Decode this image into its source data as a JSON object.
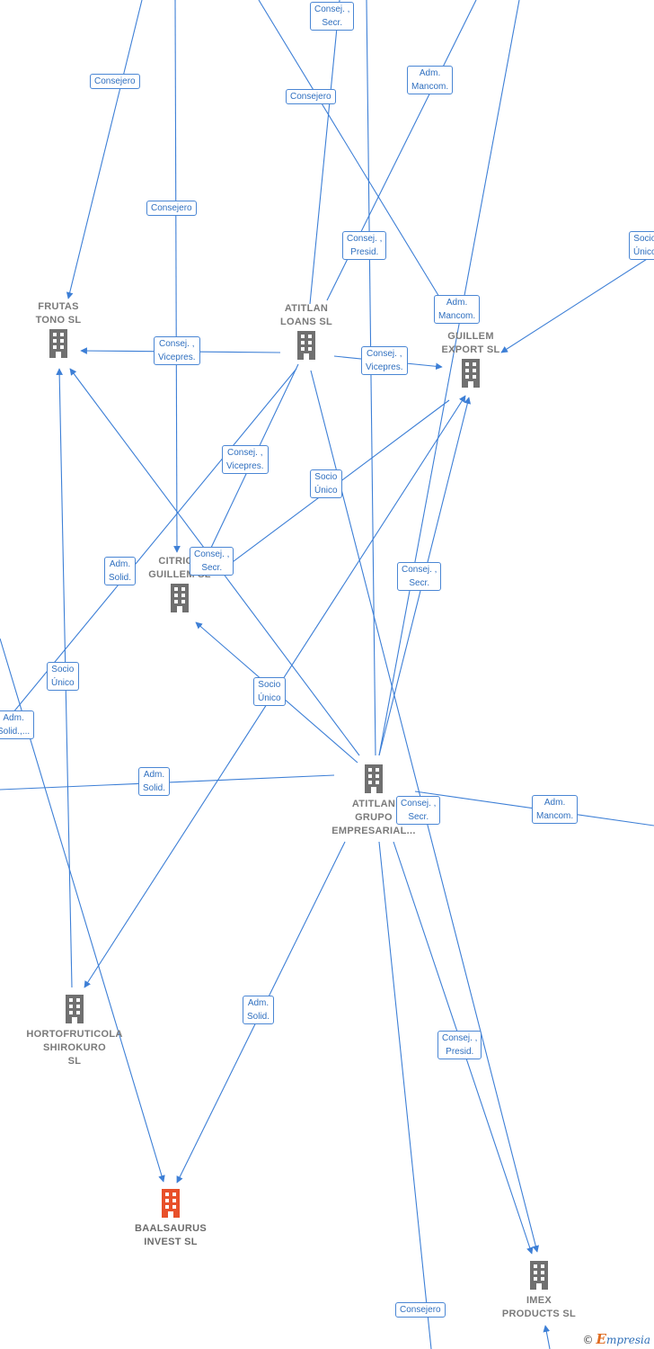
{
  "theme": {
    "edge": "#3d7fd6",
    "label_border": "#4a86d4",
    "label_text": "#2f6fbf",
    "node_gray": "#707070",
    "focus": "#e8502a"
  },
  "nodes": [
    {
      "id": "frutas",
      "name": [
        "FRUTAS",
        "TONO SL"
      ],
      "focus": false
    },
    {
      "id": "atitlan_loans",
      "name": [
        "ATITLAN",
        "LOANS SL"
      ],
      "focus": false
    },
    {
      "id": "guillem_export",
      "name": [
        "GUILLEM",
        "EXPORT SL"
      ],
      "focus": false
    },
    {
      "id": "citrico",
      "name": [
        "CITRICO",
        "GUILLEM SL"
      ],
      "focus": false
    },
    {
      "id": "atitlan_grupo",
      "name": [
        "ATITLAN",
        "GRUPO",
        "EMPRESARIAL..."
      ],
      "focus": false
    },
    {
      "id": "hortofruticola",
      "name": [
        "HORTOFRUTICOLA",
        "SHIROKURO",
        "SL"
      ],
      "focus": false
    },
    {
      "id": "baalsaurus",
      "name": [
        "BAALSAURUS",
        "INVEST SL"
      ],
      "focus": true
    },
    {
      "id": "imex",
      "name": [
        "IMEX",
        "PRODUCTS SL"
      ],
      "focus": false
    }
  ],
  "labels": [
    {
      "id": "l1",
      "lines": [
        "Consej. ,",
        "Secr."
      ]
    },
    {
      "id": "l2",
      "lines": [
        "Consejero"
      ]
    },
    {
      "id": "l3",
      "lines": [
        "Adm.",
        "Mancom."
      ]
    },
    {
      "id": "l4",
      "lines": [
        "Consejero"
      ]
    },
    {
      "id": "l5",
      "lines": [
        "Consejero"
      ]
    },
    {
      "id": "l6",
      "lines": [
        "Consej. ,",
        "Presid."
      ]
    },
    {
      "id": "l7",
      "lines": [
        "Socio",
        "Único"
      ]
    },
    {
      "id": "l8",
      "lines": [
        "Adm.",
        "Mancom."
      ]
    },
    {
      "id": "l9",
      "lines": [
        "Consej. ,",
        "Vicepres."
      ]
    },
    {
      "id": "l10",
      "lines": [
        "Consej. ,",
        "Vicepres."
      ]
    },
    {
      "id": "l11",
      "lines": [
        "Consej. ,",
        "Vicepres."
      ]
    },
    {
      "id": "l12",
      "lines": [
        "Socio",
        "Único"
      ]
    },
    {
      "id": "l13",
      "lines": [
        "Consej. ,",
        "Secr."
      ]
    },
    {
      "id": "l14",
      "lines": [
        "Adm.",
        "Solid."
      ]
    },
    {
      "id": "l15",
      "lines": [
        "Consej. ,",
        "Secr."
      ]
    },
    {
      "id": "l16",
      "lines": [
        "Socio",
        "Único"
      ]
    },
    {
      "id": "l17",
      "lines": [
        "Adm.",
        "Solid.,..."
      ]
    },
    {
      "id": "l18",
      "lines": [
        "Socio",
        "Único"
      ]
    },
    {
      "id": "l19",
      "lines": [
        "Adm.",
        "Solid."
      ]
    },
    {
      "id": "l20",
      "lines": [
        "Consej. ,",
        "Secr."
      ]
    },
    {
      "id": "l21",
      "lines": [
        "Adm.",
        "Mancom."
      ]
    },
    {
      "id": "l22",
      "lines": [
        "Adm.",
        "Solid."
      ]
    },
    {
      "id": "l23",
      "lines": [
        "Consej. ,",
        "Presid."
      ]
    },
    {
      "id": "l24",
      "lines": [
        "Consejero"
      ]
    }
  ],
  "brand": {
    "copyright": "©",
    "initial": "E",
    "rest": "mpresia"
  }
}
